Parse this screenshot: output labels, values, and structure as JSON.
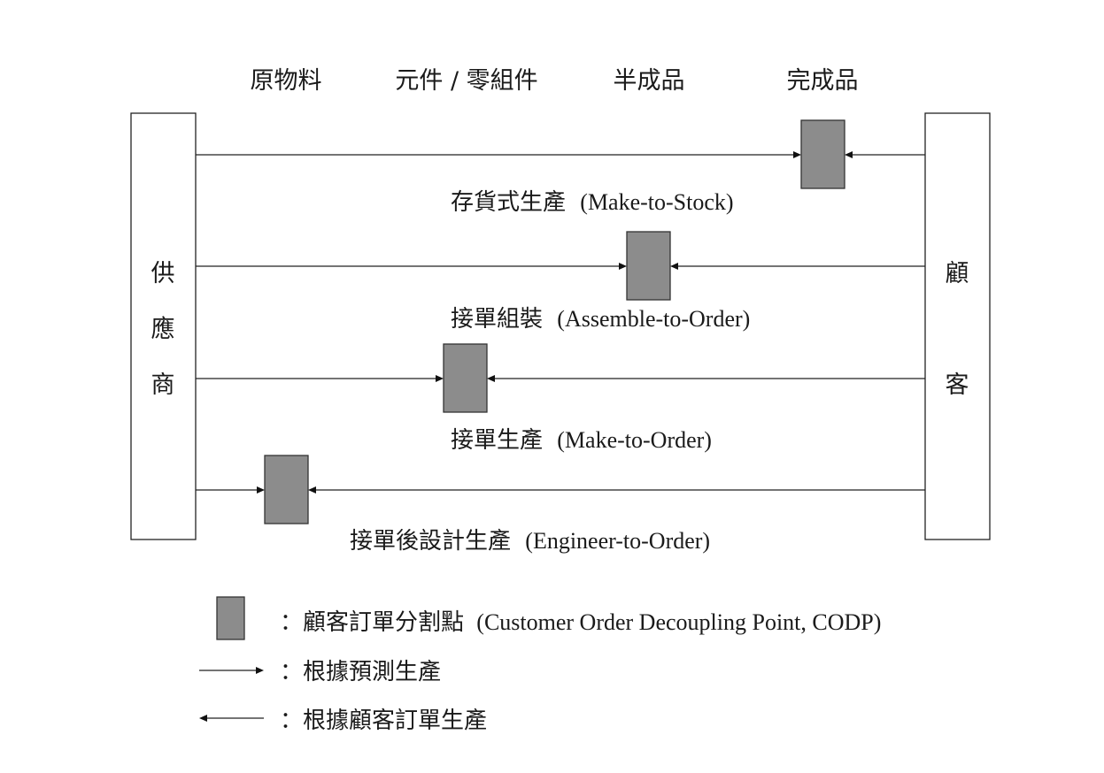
{
  "stages": [
    "原物料",
    "元件 / 零組件",
    "半成品",
    "完成品"
  ],
  "supplier_chars": [
    "供",
    "應",
    "商"
  ],
  "customer_chars": [
    "顧",
    "客"
  ],
  "processes": [
    {
      "label_cjk": "存貨式生產",
      "label_en": "(Make-to-Stock)"
    },
    {
      "label_cjk": "接單組裝",
      "label_en": "(Assemble-to-Order)"
    },
    {
      "label_cjk": "接單生產",
      "label_en": "(Make-to-Order)"
    },
    {
      "label_cjk": "接單後設計生產",
      "label_en": "(Engineer-to-Order)"
    }
  ],
  "legend": {
    "codp_cjk": "：顧客訂單分割點",
    "codp_en": "(Customer Order Decoupling Point, CODP)",
    "forecast": "：根據預測生產",
    "order": "：根據顧客訂單生產"
  },
  "colors": {
    "codp_fill": "#8c8c8c",
    "line": "#222222",
    "text": "#1a1a1a"
  }
}
